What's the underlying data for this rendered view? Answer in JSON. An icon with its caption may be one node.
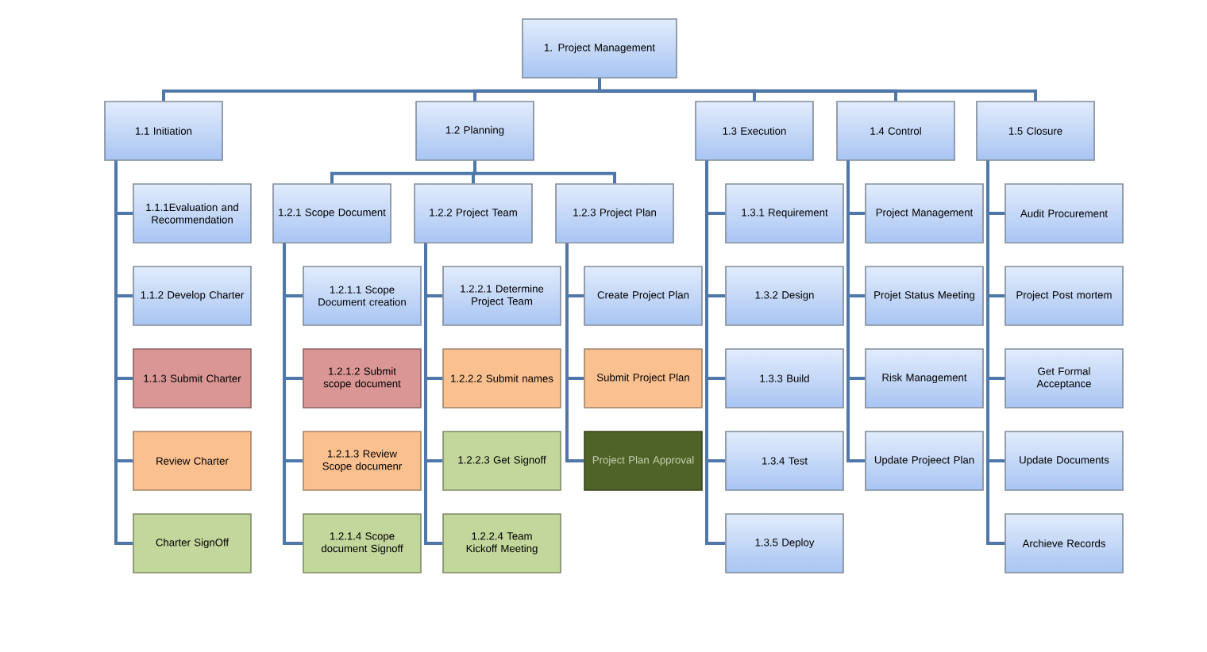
{
  "diagram": {
    "nodes": [
      {
        "text": [
          "1. Project Management"
        ]
      },
      {
        "text": [
          "1.1 Initiation"
        ]
      },
      {
        "text": [
          "1.2 Planning"
        ]
      },
      {
        "text": [
          "1.3 Execution"
        ]
      },
      {
        "text": [
          "1.4 Control"
        ]
      },
      {
        "text": [
          "1.5 Closure"
        ]
      },
      {
        "text": [
          "1.2.1 Scope Document"
        ]
      },
      {
        "text": [
          "1.2.2 Project Team"
        ]
      },
      {
        "text": [
          "1.2.3 Project Plan"
        ]
      },
      {
        "text": [
          "1.1.1Evaluation and Recommendation"
        ]
      },
      {
        "text": [
          "1.1.2 Develop Charter"
        ]
      },
      {
        "text": [
          "1.1.3 Submit Charter"
        ]
      },
      {
        "text": [
          "Review Charter"
        ]
      },
      {
        "text": [
          "Charter SignOff"
        ]
      },
      {
        "text": [
          "1.2.1.1 Scope Document creation"
        ]
      },
      {
        "text": [
          "1.2.1.2 Submit scope document"
        ]
      },
      {
        "text": [
          "1.2.1.3 Review Scope documenr"
        ]
      },
      {
        "text": [
          "1.2.1.4 Scope document Signoff"
        ]
      },
      {
        "text": [
          "1.2.2.1 Determine Project Team"
        ]
      },
      {
        "text": [
          "1.2.2.2 Submit names"
        ]
      },
      {
        "text": [
          "1.2.2.3 Get Signoff"
        ]
      },
      {
        "text": [
          "1.2.2.4 Team Kickoff Meeting"
        ]
      },
      {
        "text": [
          "Create Project Plan"
        ]
      },
      {
        "text": [
          "Submit Project Plan"
        ]
      },
      {
        "text": [
          "Project Plan Approval"
        ]
      },
      {
        "text": [
          "1.3.1 Requirement"
        ]
      },
      {
        "text": [
          "1.3.2 Design"
        ]
      },
      {
        "text": [
          "1.3.3 Build"
        ]
      },
      {
        "text": [
          "1.3.4 Test"
        ]
      },
      {
        "text": [
          "1.3.5 Deploy"
        ]
      },
      {
        "text": [
          "Project Management"
        ]
      },
      {
        "text": [
          "Projet Status Meeting"
        ]
      },
      {
        "text": [
          "Risk Management"
        ]
      },
      {
        "text": [
          "Update Projeect Plan"
        ]
      },
      {
        "text": [
          "Audit Procurement"
        ]
      },
      {
        "text": [
          "Project Post mortem"
        ]
      },
      {
        "text": [
          "Get Formal Acceptance"
        ]
      },
      {
        "text": [
          "Update Documents"
        ]
      },
      {
        "text": [
          "Archieve Records"
        ]
      }
    ],
    "edges": [
      {
        "from": 0,
        "to": 1,
        "arrow": "none"
      },
      {
        "from": 0,
        "to": 2,
        "arrow": "none"
      },
      {
        "from": 0,
        "to": 3,
        "arrow": "none"
      },
      {
        "from": 0,
        "to": 4,
        "arrow": "none"
      },
      {
        "from": 0,
        "to": 5,
        "arrow": "none"
      },
      {
        "from": 2,
        "to": 6,
        "arrow": "none"
      },
      {
        "from": 2,
        "to": 7,
        "arrow": "none"
      },
      {
        "from": 2,
        "to": 8,
        "arrow": "none"
      },
      {
        "from": 1,
        "to": 9,
        "arrow": "none"
      },
      {
        "from": 1,
        "to": 10,
        "arrow": "none"
      },
      {
        "from": 1,
        "to": 11,
        "arrow": "none"
      },
      {
        "from": 1,
        "to": 12,
        "arrow": "none"
      },
      {
        "from": 1,
        "to": 13,
        "arrow": "none"
      },
      {
        "from": 6,
        "to": 14,
        "arrow": "none"
      },
      {
        "from": 6,
        "to": 15,
        "arrow": "none"
      },
      {
        "from": 6,
        "to": 16,
        "arrow": "none"
      },
      {
        "from": 6,
        "to": 17,
        "arrow": "none"
      },
      {
        "from": 7,
        "to": 18,
        "arrow": "none"
      },
      {
        "from": 7,
        "to": 19,
        "arrow": "none"
      },
      {
        "from": 7,
        "to": 20,
        "arrow": "none"
      },
      {
        "from": 7,
        "to": 21,
        "arrow": "none"
      },
      {
        "from": 8,
        "to": 22,
        "arrow": "none"
      },
      {
        "from": 8,
        "to": 23,
        "arrow": "none"
      },
      {
        "from": 8,
        "to": 24,
        "arrow": "none"
      },
      {
        "from": 3,
        "to": 25,
        "arrow": "none"
      },
      {
        "from": 3,
        "to": 26,
        "arrow": "none"
      },
      {
        "from": 3,
        "to": 27,
        "arrow": "none"
      },
      {
        "from": 3,
        "to": 28,
        "arrow": "none"
      },
      {
        "from": 3,
        "to": 29,
        "arrow": "none"
      },
      {
        "from": 4,
        "to": 30,
        "arrow": "none"
      },
      {
        "from": 4,
        "to": 31,
        "arrow": "none"
      },
      {
        "from": 4,
        "to": 32,
        "arrow": "none"
      },
      {
        "from": 4,
        "to": 33,
        "arrow": "none"
      },
      {
        "from": 5,
        "to": 34,
        "arrow": "none"
      },
      {
        "from": 5,
        "to": 35,
        "arrow": "none"
      },
      {
        "from": 5,
        "to": 36,
        "arrow": "none"
      },
      {
        "from": 5,
        "to": 37,
        "arrow": "none"
      },
      {
        "from": 5,
        "to": 38,
        "arrow": "none"
      }
    ]
  }
}
